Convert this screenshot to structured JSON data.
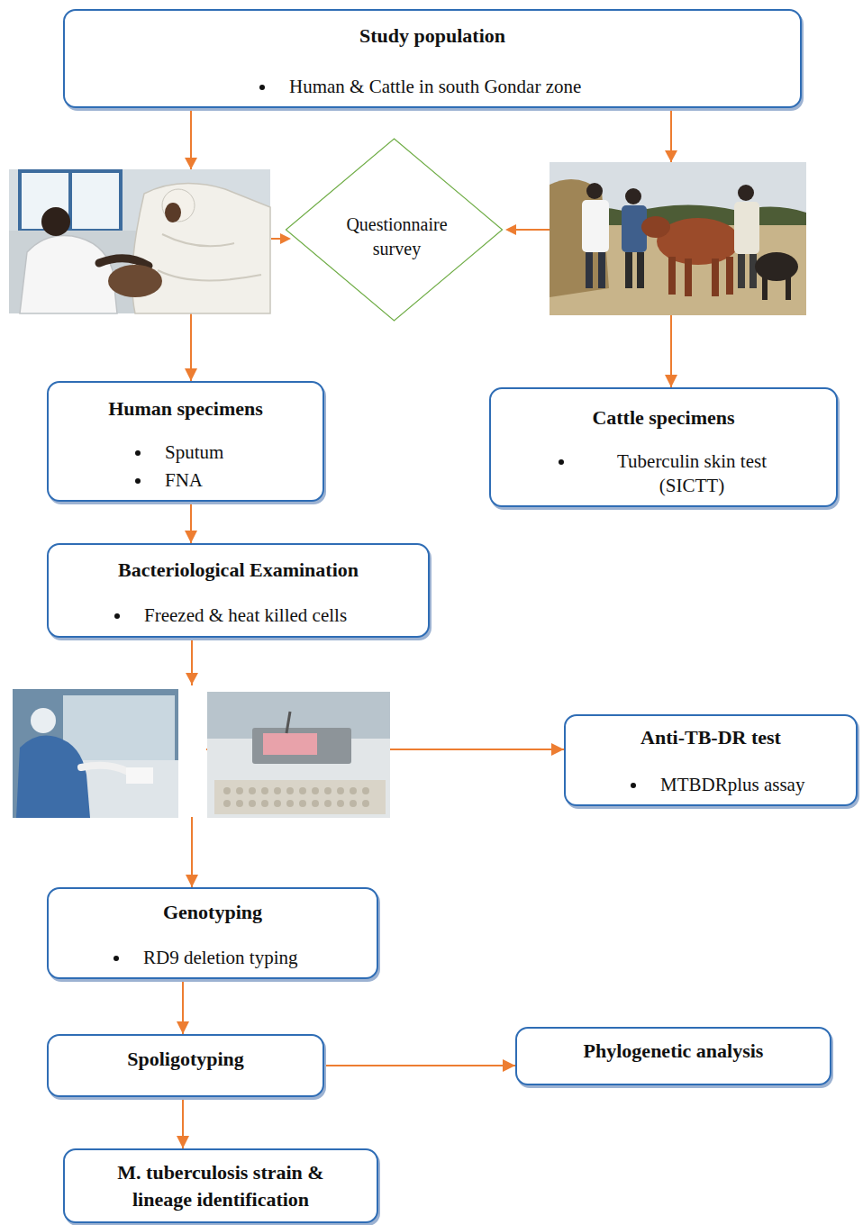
{
  "diagram": {
    "nodes": [
      {
        "text": [
          "Study population",
          "Human & Cattle in south Gondar zone"
        ]
      },
      {
        "text": [
          "Questionnaire survey"
        ]
      },
      {
        "text": [
          "Human specimens",
          "Sputum",
          "FNA"
        ]
      },
      {
        "text": [
          "Cattle specimens",
          "Tuberculin skin test (SICTT)"
        ]
      },
      {
        "text": [
          "Bacteriological Examination",
          "Freezed & heat killed cells"
        ]
      },
      {
        "text": [
          "Anti-TB-DR test",
          "MTBDRplus assay"
        ]
      },
      {
        "text": [
          "Genotyping",
          "RD9 deletion typing"
        ]
      },
      {
        "text": [
          "Spoligotyping"
        ]
      },
      {
        "text": [
          "Phylogenetic analysis"
        ]
      },
      {
        "text": [
          "M. tuberculosis strain & lineage identification"
        ]
      }
    ],
    "edges": [
      {
        "from": 0,
        "to": 2,
        "arrow": "to"
      },
      {
        "from": 0,
        "to": 3,
        "arrow": "to"
      },
      {
        "from": 2,
        "to": 4,
        "arrow": "to"
      },
      {
        "from": 4,
        "to": 5,
        "arrow": "to"
      },
      {
        "from": 4,
        "to": 6,
        "arrow": "to"
      },
      {
        "from": 6,
        "to": 7,
        "arrow": "to"
      },
      {
        "from": 7,
        "to": 8,
        "arrow": "to"
      },
      {
        "from": 7,
        "to": 9,
        "arrow": "to"
      }
    ]
  }
}
